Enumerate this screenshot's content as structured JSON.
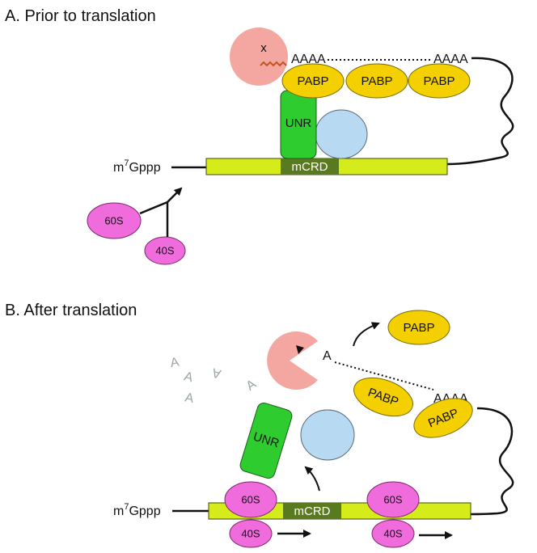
{
  "panel_a": {
    "title": "A.  Prior to translation",
    "factor_x": "x",
    "polya_left": "AAAA",
    "polya_right": "AAAA",
    "pabp": [
      "PABP",
      "PABP",
      "PABP"
    ],
    "unr": "UNR",
    "mcrd": "mCRD",
    "cap_m": "m",
    "cap_sup": "7",
    "cap_rest": "Gppp",
    "ribosome_large": "60S",
    "ribosome_small": "40S"
  },
  "panel_b": {
    "title": "B.  After translation",
    "released_pabp": "PABP",
    "trimmed_a": "A",
    "released_a": [
      "A",
      "A",
      "A",
      "A",
      "A"
    ],
    "polya": "AAAA",
    "pabp": [
      "PABP",
      "PABP"
    ],
    "unr": "UNR",
    "mcrd": "mCRD",
    "cap_m": "m",
    "cap_sup": "7",
    "cap_rest": "Gppp",
    "ribosomes": [
      {
        "large": "60S",
        "small": "40S"
      },
      {
        "large": "60S",
        "small": "40S"
      }
    ]
  },
  "colors": {
    "mrna": "#d6ec1a",
    "mcrd": "#5a7a20",
    "unr": "#2ecc2e",
    "pabp": "#f5d000",
    "partner": "#b7d9f2",
    "deadenylase": "#f4a6a0",
    "ribosome": "#f06bdc",
    "squiggle": "#c0551e",
    "released_a": "#9aa6a6"
  }
}
